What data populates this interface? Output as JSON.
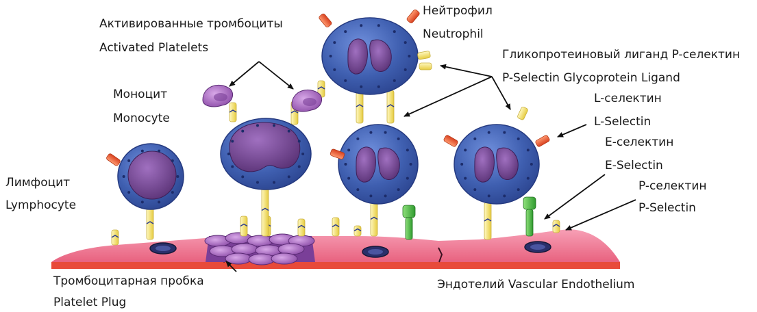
{
  "labels": {
    "activated_platelets_ru": "Активированные тромбоциты",
    "activated_platelets_en": "Activated Platelets",
    "neutrophil_ru": "Нейтрофил",
    "neutrophil_en": "Neutrophil",
    "psgl_ru": "Гликопротеиновый лиганд P-селектин",
    "psgl_en": "P-Selectin Glycoprotein Ligand",
    "monocyte_ru": "Моноцит",
    "monocyte_en": "Monocyte",
    "l_selectin_ru": "L-селектин",
    "l_selectin_en": "L-Selectin",
    "e_selectin_ru": "E-селектин",
    "e_selectin_en": "E-Selectin",
    "lymphocyte_ru": "Лимфоцит",
    "lymphocyte_en": "Lymphocyte",
    "p_selectin_ru": "P-селектин",
    "p_selectin_en": "P-Selectin",
    "platelet_plug_ru": "Тромбоцитарная пробка",
    "platelet_plug_en": "Platelet Plug",
    "endothelium": "Эндотелий Vascular Endothelium"
  },
  "colors": {
    "cell_blue": "#3f5fb0",
    "nucleus": "#6a3d86",
    "endothelium_pink": "#f0708f",
    "base_red": "#e84a3a",
    "platelet_purple": "#9a5db6",
    "selectin_yellow": "#f2e06a",
    "e_selectin_green": "#3caa3c",
    "l_selectin_red": "#e65b35"
  }
}
